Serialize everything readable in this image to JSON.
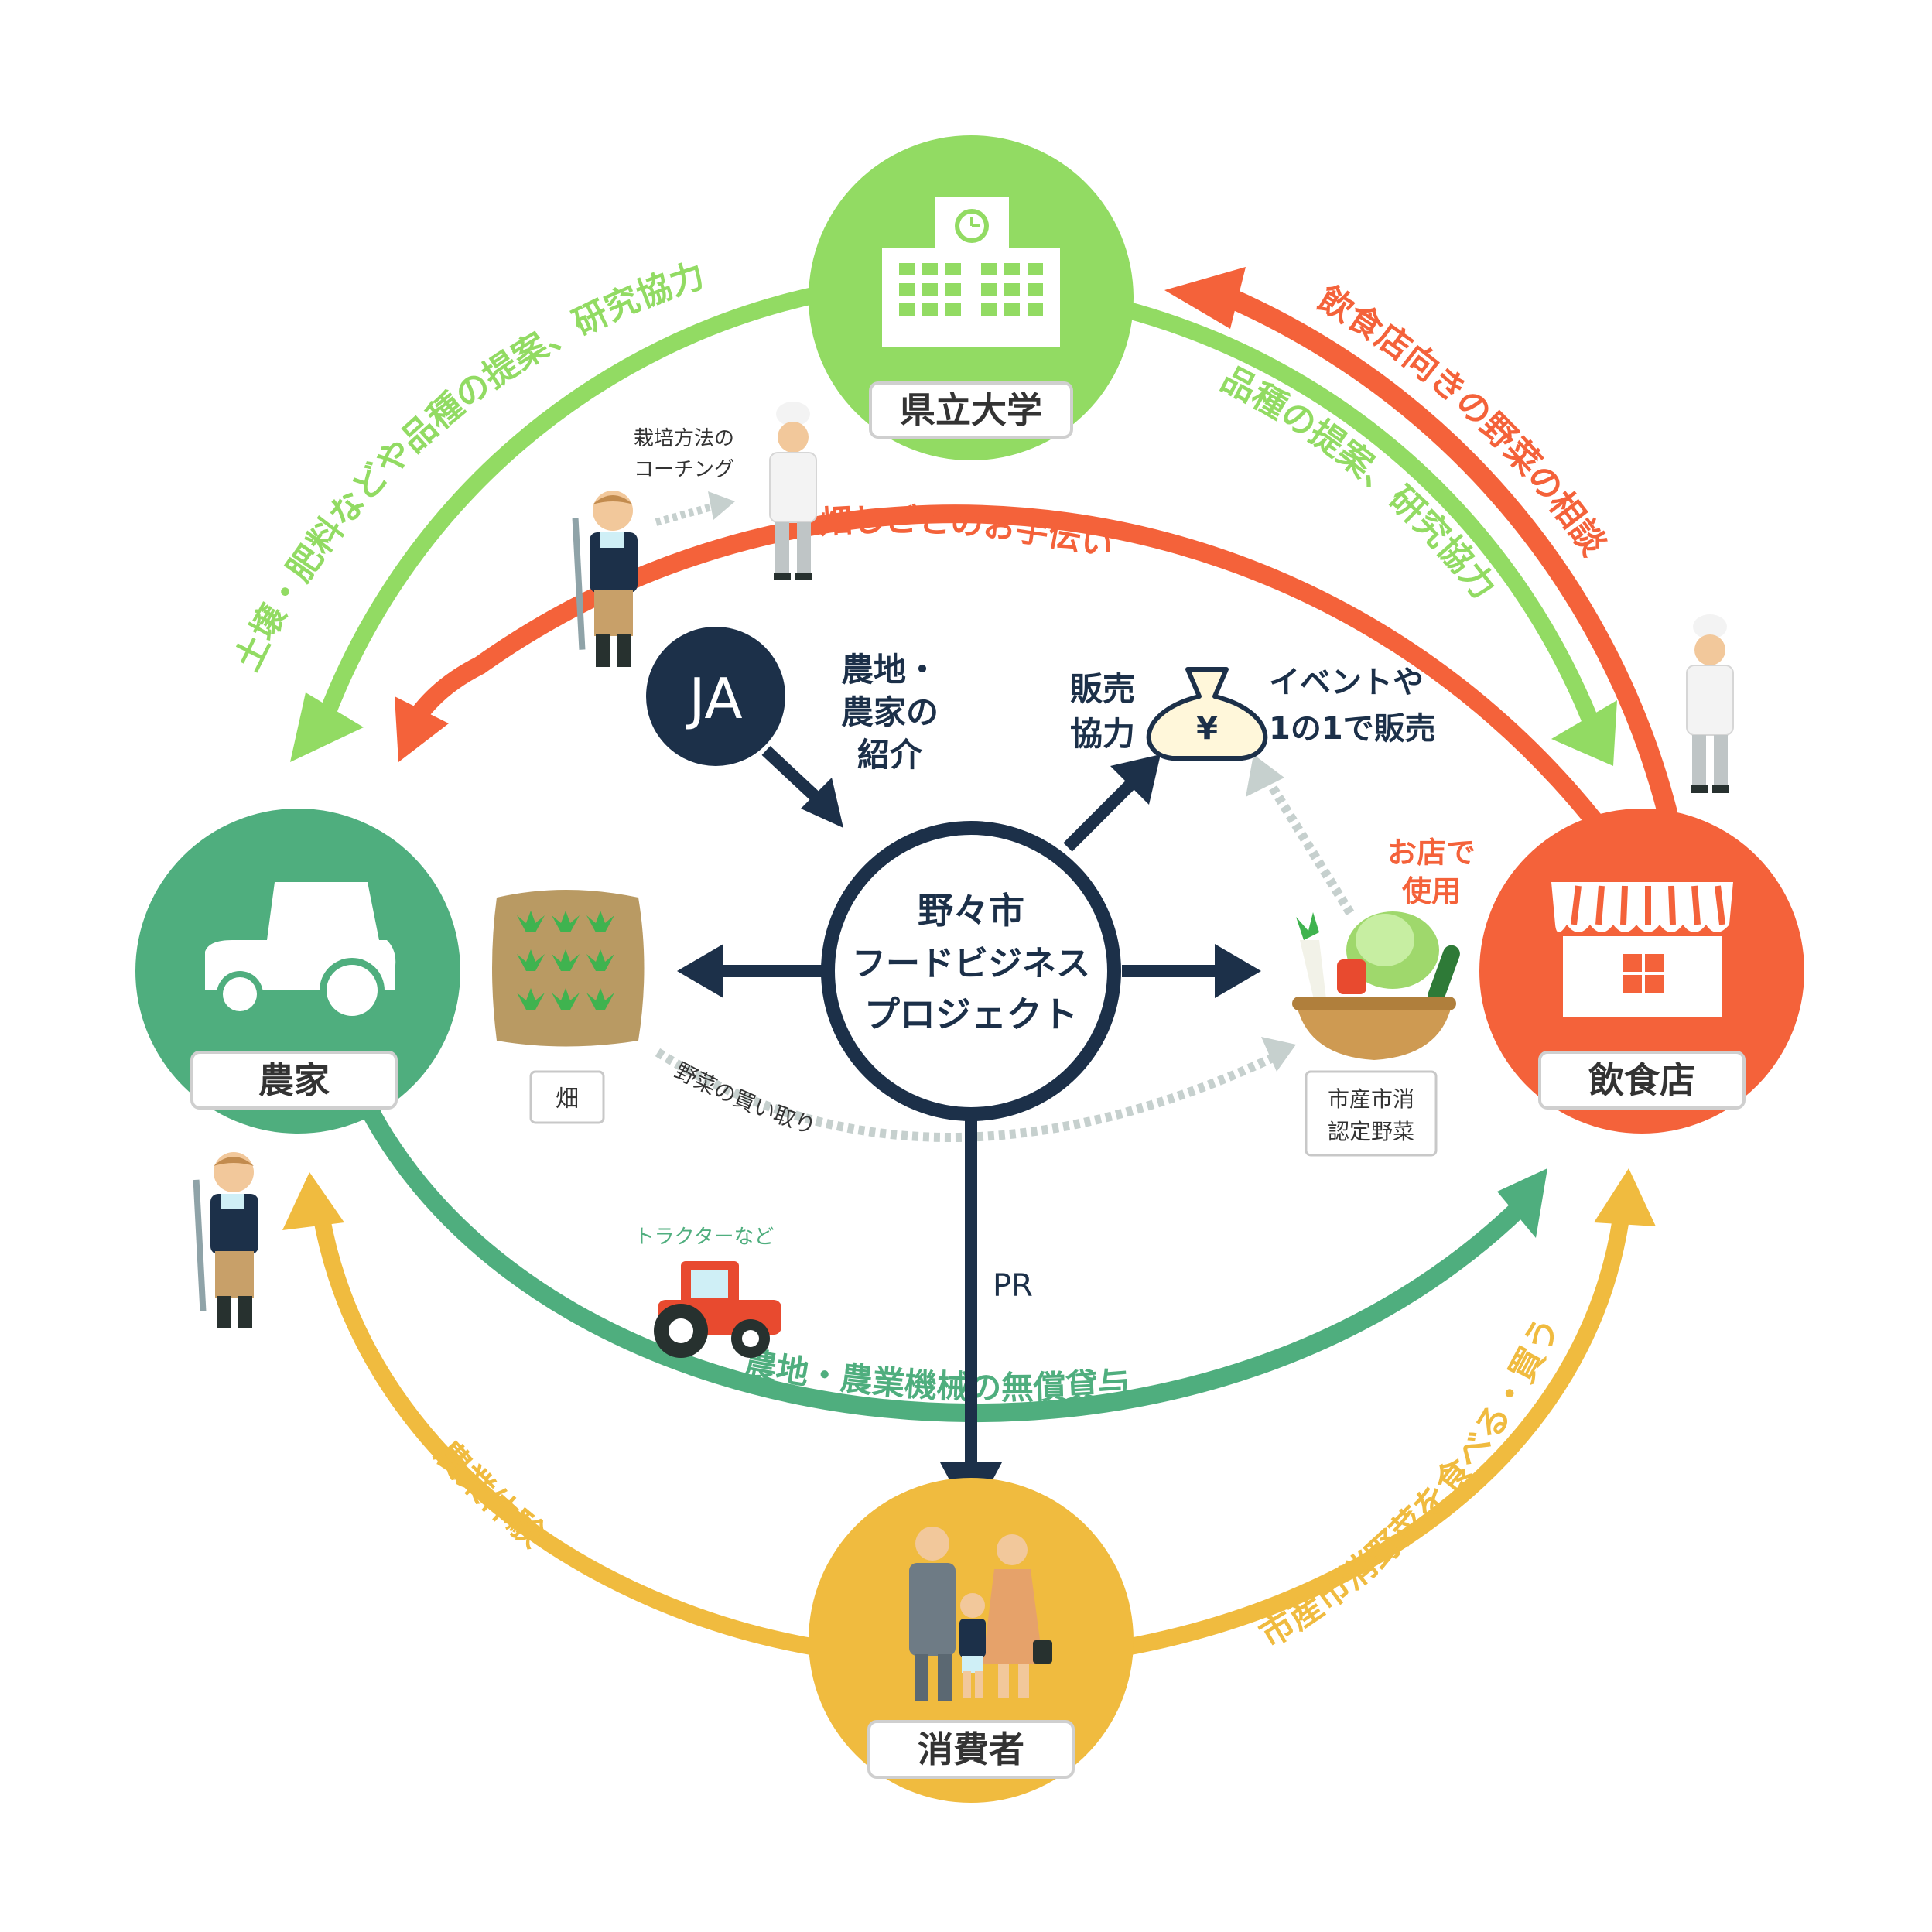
{
  "nodes": {
    "university": {
      "label": "県立大学",
      "color": "#92DB63"
    },
    "farmer": {
      "label": "農家",
      "color": "#4FAE7E"
    },
    "restaurant": {
      "label": "飲食店",
      "color": "#F4623A"
    },
    "consumer": {
      "label": "消費者",
      "color": "#F0BB3F"
    },
    "ja": {
      "label": "JA",
      "color": "#1C3049"
    },
    "center": {
      "lines": [
        "野々市",
        "フードビジネス",
        "プロジェクト"
      ],
      "color": "#1C3049"
    }
  },
  "arcs": {
    "soil": "土壌・肥料などや品種の提案、研究協力",
    "variety": "品種の提案、研究協力",
    "consult": "飲食店向きの野菜の相談",
    "field_help": "畑しごとのお手伝い",
    "lending": "農地・農業機械の無償貸与",
    "experience": "農業体験",
    "eat_buy": "市産市消野菜を食べる・買う"
  },
  "labels": {
    "coaching": [
      "栽培方法の",
      "コーチング"
    ],
    "ja_intro": [
      "農地・",
      "農家の",
      "紹介"
    ],
    "sales_coop": [
      "販売",
      "協力"
    ],
    "event_sales": [
      "イベントや",
      "1の1で販売"
    ],
    "shop_use": [
      "お店で",
      "使用"
    ],
    "field": "畑",
    "certified": [
      "市産市消",
      "認定野菜"
    ],
    "purchase": "野菜の買い取り",
    "tractor": "トラクターなど",
    "pr": "PR",
    "yen": "¥"
  }
}
